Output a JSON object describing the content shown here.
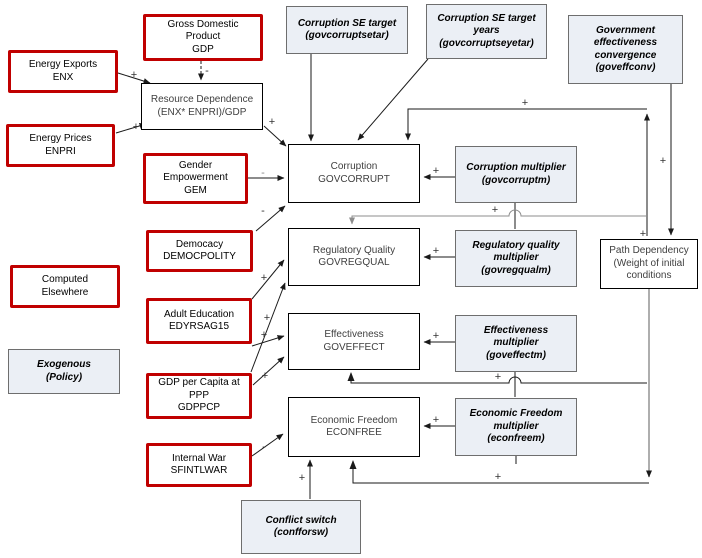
{
  "diagram": {
    "nodes": {
      "gdp": {
        "label": "Gross Domestic\nProduct\nGDP"
      },
      "corruption_se_target": {
        "label": "Corruption SE target\n(govcorruptsetar)"
      },
      "corruption_se_target_years": {
        "label": "Corruption SE target\nyears\n(govcorruptseyetar)"
      },
      "gov_effectiveness_convergence": {
        "label": "Government\neffectiveness\nconvergence\n(goveffconv)"
      },
      "energy_exports": {
        "label": "Energy Exports\nENX"
      },
      "resource_dependence": {
        "label": "Resource Dependence\n(ENX* ENPRI)/GDP"
      },
      "energy_prices": {
        "label": "Energy Prices\nENPRI"
      },
      "gender_empowerment": {
        "label": "Gender\nEmpowerment\nGEM"
      },
      "corruption": {
        "label": "Corruption\nGOVCORRUPT"
      },
      "corruption_multiplier": {
        "label": "Corruption multiplier\n(govcorruptm)"
      },
      "democracy": {
        "label": "Democacy\nDEMOCPOLITY"
      },
      "regulatory_quality": {
        "label": "Regulatory Quality\nGOVREGQUAL"
      },
      "regulatory_quality_multiplier": {
        "label": "Regulatory quality\nmultiplier\n(govregqualm)"
      },
      "path_dependency": {
        "label": "Path Dependency\n(Weight of initial\nconditions"
      },
      "computed_elsewhere": {
        "label": "Computed\nElsewhere"
      },
      "adult_education": {
        "label": "Adult Education\nEDYRSAG15"
      },
      "effectiveness": {
        "label": "Effectiveness\nGOVEFFECT"
      },
      "effectiveness_multiplier": {
        "label": "Effectiveness\nmultiplier\n(goveffectm)"
      },
      "exogenous": {
        "label": "Exogenous\n(Policy)"
      },
      "gdp_per_capita": {
        "label": "GDP per Capita at\nPPP\nGDPPCP"
      },
      "economic_freedom": {
        "label": "Economic Freedom\nECONFREE"
      },
      "economic_freedom_multiplier": {
        "label": "Economic Freedom\nmultiplier\n(econfreem)"
      },
      "internal_war": {
        "label": "Internal War\nSFINTLWAR"
      },
      "conflict_switch": {
        "label": "Conflict switch\n(confforsw)"
      }
    },
    "edges": [
      {
        "from": "energy-exports",
        "to": "resource-dependence",
        "sign": "+"
      },
      {
        "from": "gdp",
        "to": "resource-dependence",
        "sign": "-"
      },
      {
        "from": "energy-prices",
        "to": "resource-dependence",
        "sign": "+"
      },
      {
        "from": "resource-dependence",
        "to": "corruption",
        "sign": "+"
      },
      {
        "from": "gender-empowerment",
        "to": "corruption",
        "sign": "-"
      },
      {
        "from": "democracy",
        "to": "corruption",
        "sign": "-"
      },
      {
        "from": "adult-education",
        "to": "regulatory-quality",
        "sign": "+"
      },
      {
        "from": "gdp-per-capita",
        "to": "regulatory-quality",
        "sign": "+"
      },
      {
        "from": "adult-education",
        "to": "effectiveness",
        "sign": "+"
      },
      {
        "from": "gdp-per-capita",
        "to": "effectiveness",
        "sign": "+"
      },
      {
        "from": "internal-war",
        "to": "economic-freedom",
        "sign": "-"
      },
      {
        "from": "conflict-switch",
        "to": "economic-freedom",
        "sign": "+"
      },
      {
        "from": "corruption-multiplier",
        "to": "corruption",
        "sign": "+"
      },
      {
        "from": "regulatory-quality-multiplier",
        "to": "regulatory-quality",
        "sign": "+"
      },
      {
        "from": "effectiveness-multiplier",
        "to": "effectiveness",
        "sign": "+"
      },
      {
        "from": "economic-freedom-multiplier",
        "to": "economic-freedom",
        "sign": "+"
      },
      {
        "from": "path-dependency",
        "to": "corruption",
        "sign": "+"
      },
      {
        "from": "path-dependency",
        "to": "regulatory-quality",
        "sign": "+"
      },
      {
        "from": "path-dependency",
        "to": "effectiveness",
        "sign": "+"
      },
      {
        "from": "path-dependency",
        "to": "economic-freedom",
        "sign": "+"
      },
      {
        "from": "goveffconv",
        "to": "path-dependency",
        "sign": "+"
      },
      {
        "from": "feedback-trunk",
        "to": "path-dependency",
        "sign": "+"
      }
    ],
    "colors": {
      "computed_elsewhere_border": "#c00000",
      "exogenous_fill": "#ebeff5",
      "exogenous_border": "#6e6e6e",
      "line": "#1a1a1a",
      "gray_line": "#8c8c8c"
    }
  }
}
